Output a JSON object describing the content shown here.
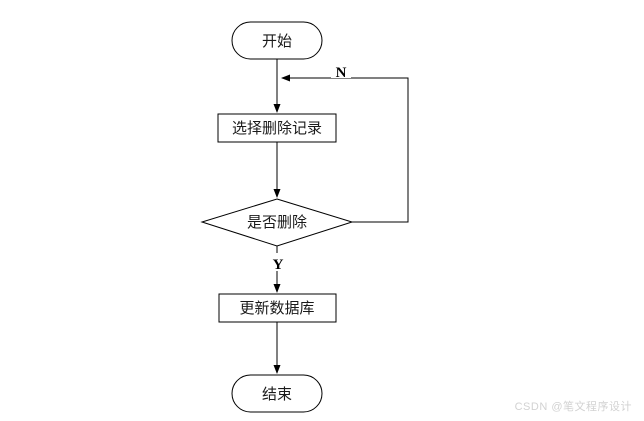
{
  "diagram": {
    "title": "delete-record-flowchart",
    "nodes": {
      "start": {
        "label": "开始",
        "type": "terminator"
      },
      "select": {
        "label": "选择删除记录",
        "type": "process"
      },
      "decision": {
        "label": "是否删除",
        "type": "decision"
      },
      "update": {
        "label": "更新数据库",
        "type": "process"
      },
      "end": {
        "label": "结束",
        "type": "terminator"
      }
    },
    "branch_labels": {
      "no": "N",
      "yes": "Y"
    },
    "watermark": "CSDN @笔文程序设计",
    "colors": {
      "line": "#000000",
      "shape_fill": "#ffffff",
      "text": "#1a1a1a",
      "watermark": "#d2d2d2",
      "background": "#ffffff"
    }
  }
}
